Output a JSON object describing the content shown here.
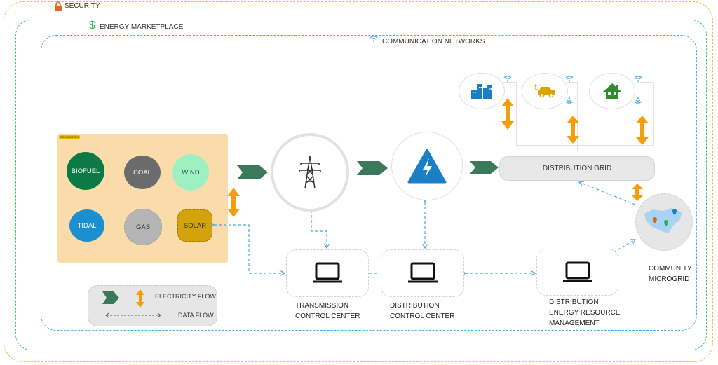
{
  "zones": {
    "security": {
      "label": "SECURITY",
      "icon": "lock-icon",
      "color": "#f2b84b"
    },
    "marketplace": {
      "label": "ENERGY MARKETPLACE",
      "icon": "dollar-icon",
      "color": "#3cc26a"
    },
    "communication": {
      "label": "COMMUNICATION NETWORKS",
      "icon": "wifi-icon",
      "color": "#4aa8e6"
    }
  },
  "generation": {
    "label": "GENERATION",
    "sources": [
      {
        "label": "BIOFUEL",
        "color": "#0b7a45"
      },
      {
        "label": "COAL",
        "color": "#6b6b6b"
      },
      {
        "label": "WIND",
        "color": "#9ef0c2"
      },
      {
        "label": "TIDAL",
        "color": "#1c8fd0"
      },
      {
        "label": "GAS",
        "color": "#b5b5b5"
      },
      {
        "label": "SOLAR",
        "color": "#d4a20a"
      }
    ]
  },
  "nodes": {
    "transmission": {
      "icon": "transmission-tower-icon"
    },
    "substation": {
      "icon": "high-voltage-icon",
      "color": "#1a7fc4"
    },
    "distribution_grid": {
      "label": "DISTRIBUTION GRID"
    },
    "consumers": [
      {
        "icon": "buildings-icon",
        "color": "#1a7fc4"
      },
      {
        "icon": "electric-car-icon",
        "color": "#d9a300"
      },
      {
        "icon": "house-icon",
        "color": "#2e8b2e"
      }
    ],
    "community_microgrid": {
      "label_lines": [
        "COMMUNITY",
        "MICROGRID"
      ],
      "icon": "map-icon"
    }
  },
  "control_centers": [
    {
      "label_lines": [
        "TRANSMISSION",
        "CONTROL CENTER"
      ],
      "icon": "laptop-icon"
    },
    {
      "label_lines": [
        "DISTRIBUTION",
        "CONTROL CENTER"
      ],
      "icon": "laptop-icon"
    },
    {
      "label_lines": [
        "DISTRIBUTION",
        "ENERGY RESOURCE",
        "MANAGEMENT"
      ],
      "icon": "laptop-icon"
    }
  ],
  "legend": {
    "electricity_flow": "ELECTRICITY FLOW",
    "data_flow": "DATA FLOW"
  },
  "colors": {
    "electricity_chevron": "#3a7a5a",
    "electricity_arrow": "#f59e0b",
    "data_flow": "#4aa8e6"
  }
}
